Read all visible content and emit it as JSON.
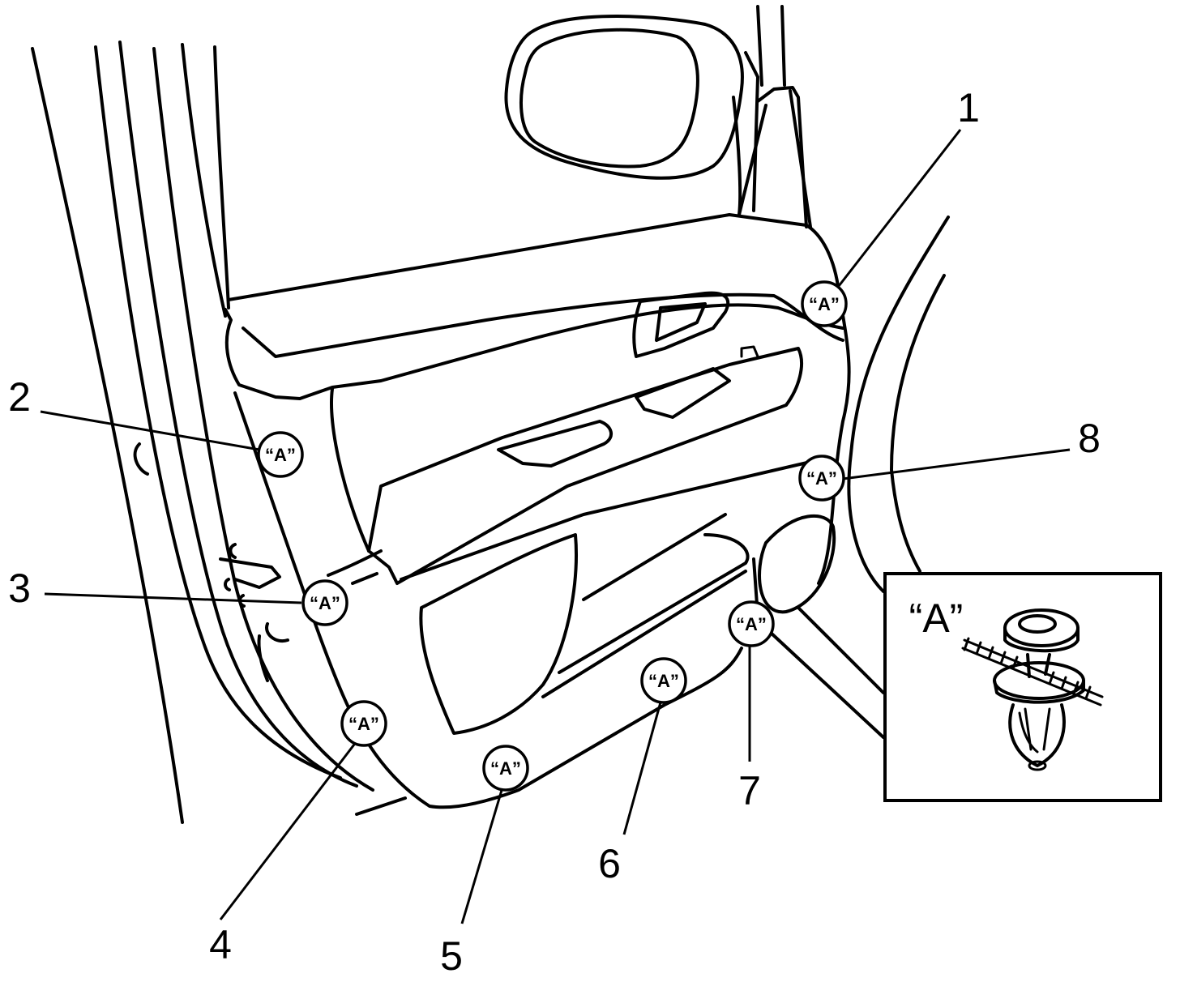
{
  "callouts": [
    {
      "number": "1",
      "clip_label": "“A”"
    },
    {
      "number": "2",
      "clip_label": "“A”"
    },
    {
      "number": "3",
      "clip_label": "“A”"
    },
    {
      "number": "4",
      "clip_label": "“A”"
    },
    {
      "number": "5",
      "clip_label": "“A”"
    },
    {
      "number": "6",
      "clip_label": "“A”"
    },
    {
      "number": "7",
      "clip_label": "“A”"
    },
    {
      "number": "8",
      "clip_label": "“A”"
    }
  ],
  "inset": {
    "title": "“A”"
  }
}
